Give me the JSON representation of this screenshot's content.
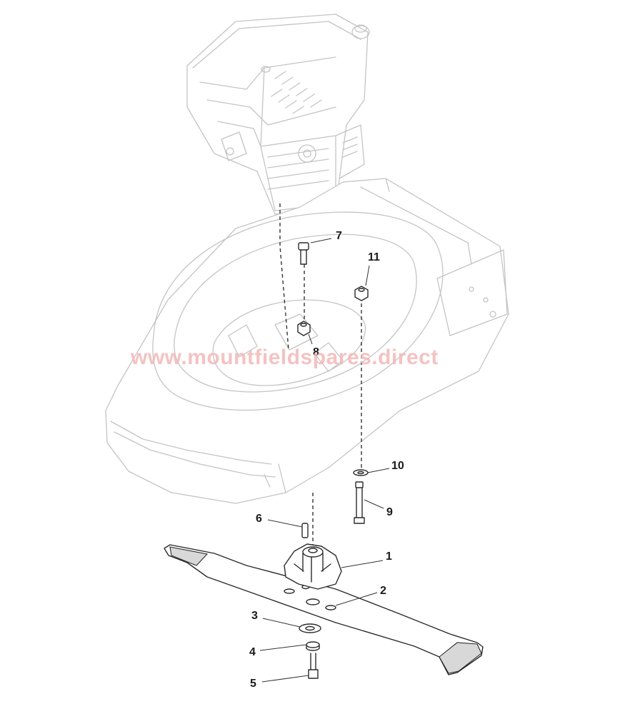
{
  "watermark": "www.mountfieldspares.direct",
  "callouts": [
    {
      "id": "1",
      "label": "1"
    },
    {
      "id": "2",
      "label": "2"
    },
    {
      "id": "3",
      "label": "3"
    },
    {
      "id": "4",
      "label": "4"
    },
    {
      "id": "5",
      "label": "5"
    },
    {
      "id": "6",
      "label": "6"
    },
    {
      "id": "7",
      "label": "7"
    },
    {
      "id": "8",
      "label": "8"
    },
    {
      "id": "9",
      "label": "9"
    },
    {
      "id": "10",
      "label": "10"
    },
    {
      "id": "11",
      "label": "11"
    }
  ],
  "colors": {
    "line_art": "#2a2a2a",
    "faint_line_art": "#c4c4c4",
    "watermark": "#f3b8b8"
  }
}
